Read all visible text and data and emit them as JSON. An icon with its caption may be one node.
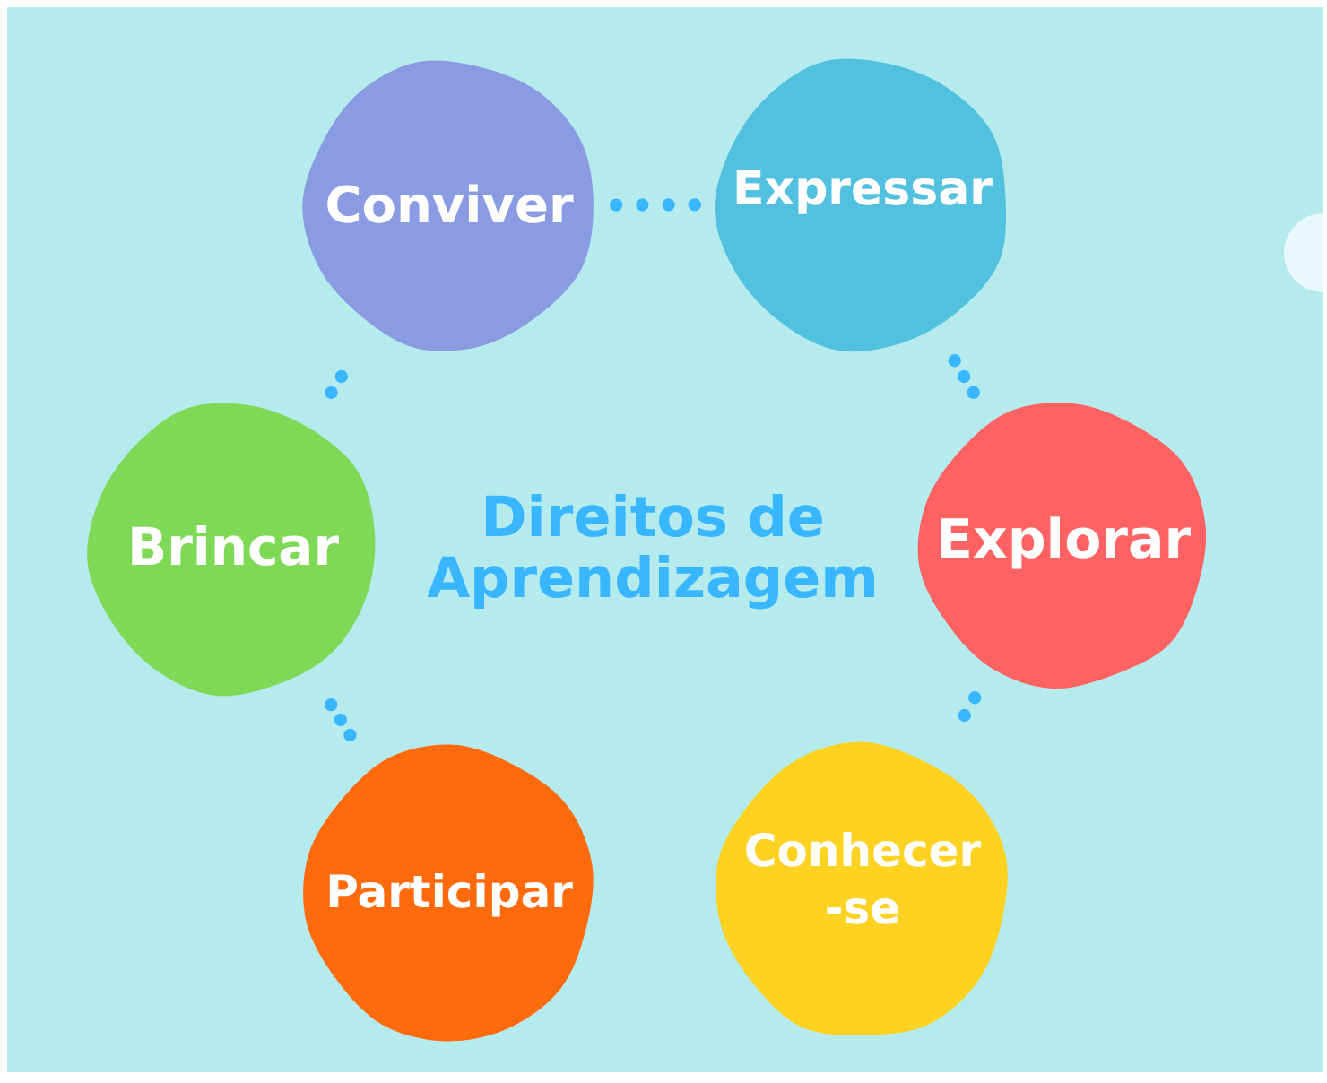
{
  "diagram": {
    "title": "Direitos de Aprendizagem",
    "nodes": [
      {
        "text": [
          "Conviver"
        ]
      },
      {
        "text": [
          "Expressar"
        ]
      },
      {
        "text": [
          "Brincar"
        ]
      },
      {
        "text": [
          "Explorar"
        ]
      },
      {
        "text": [
          "Participar"
        ]
      },
      {
        "text": [
          "Conhecer -se"
        ]
      }
    ],
    "edges": [
      {
        "from": 0,
        "to": 1,
        "arrow": "none",
        "style": "dashed"
      },
      {
        "from": 1,
        "to": 3,
        "arrow": "none",
        "style": "dashed"
      },
      {
        "from": 3,
        "to": 5,
        "arrow": "none",
        "style": "dashed"
      },
      {
        "from": 4,
        "to": 2,
        "arrow": "none",
        "style": "dashed"
      },
      {
        "from": 2,
        "to": 0,
        "arrow": "none",
        "style": "dashed"
      }
    ]
  }
}
